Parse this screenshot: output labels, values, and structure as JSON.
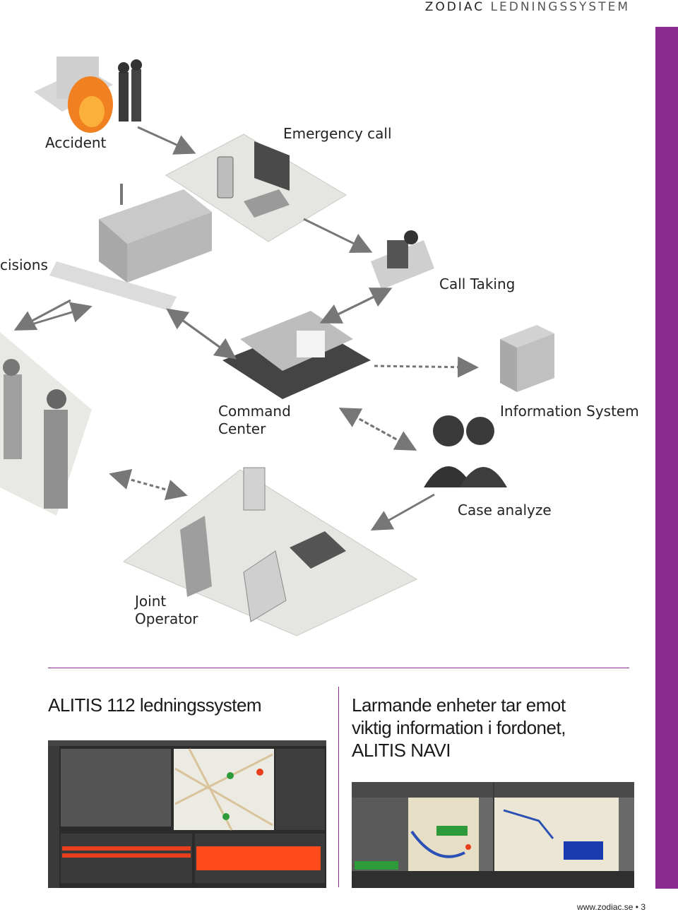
{
  "header": {
    "brand_bold": "ZODIAC",
    "brand_light": "LEDNINGSSYSTEM"
  },
  "diagram": {
    "labels": {
      "accident": "Accident",
      "emergency_call": "Emergency call",
      "decisions": "cisions",
      "call_taking": "Call Taking",
      "command_center_1": "Command",
      "command_center_2": "Center",
      "information_system": "Information System",
      "case_analyze": "Case analyze",
      "joint_operator_1": "Joint",
      "joint_operator_2": "Operator"
    }
  },
  "section_left": {
    "heading": "ALITIS 112 ledningssystem"
  },
  "section_right": {
    "heading_line1": "Larmande enheter tar emot",
    "heading_line2": "viktig information i fordonet,",
    "heading_line3": "ALITIS NAVI"
  },
  "footer": {
    "url": "www.zodiac.se",
    "bullet": "•",
    "page": "3"
  },
  "colors": {
    "accent": "#8a2b8f",
    "alert": "#e8401c",
    "map_route": "#2a4fb5"
  }
}
